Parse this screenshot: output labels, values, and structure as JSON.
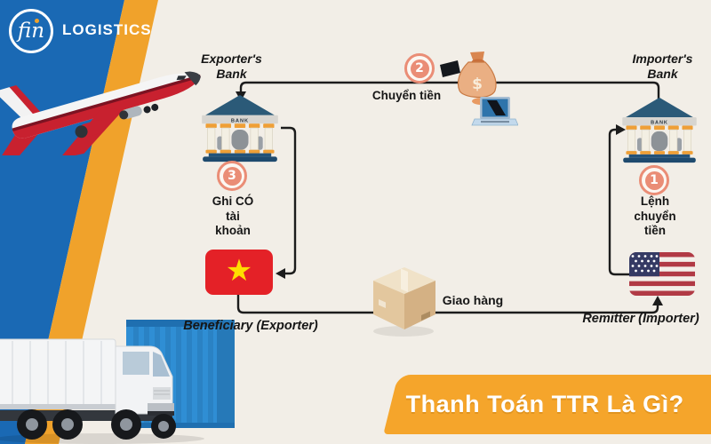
{
  "logo": {
    "mark": "fin",
    "text": "LOGISTICS"
  },
  "banner": {
    "title": "Thanh Toán TTR Là Gì?"
  },
  "diagram": {
    "exporter_bank": {
      "label_line1": "Exporter's",
      "label_line2": "Bank",
      "sign": "BANK"
    },
    "importer_bank": {
      "label_line1": "Importer's",
      "label_line2": "Bank",
      "sign": "BANK"
    },
    "beneficiary_label": "Beneficiary (Exporter)",
    "remitter_label": "Remitter (Importer)",
    "steps": [
      {
        "number": "1",
        "lines": [
          "Lệnh",
          "chuyển",
          "tiền"
        ]
      },
      {
        "number": "2",
        "lines": [
          "Chuyển tiền"
        ]
      },
      {
        "number": "3",
        "lines": [
          "Ghi CÓ",
          "tài",
          "khoản"
        ]
      }
    ],
    "shipping_label": "Giao hàng",
    "money_symbol": "$",
    "star": "★"
  },
  "colors": {
    "brand_blue": "#1a69b4",
    "accent_orange": "#f0a22b",
    "banner_orange": "#f5a52b",
    "background_beige": "#f2eee7",
    "badge_salmon": "#ea8d76",
    "arrow_black": "#1c1c1c",
    "bank_navy": "#2b5a78",
    "vietnam_red": "#e42127",
    "star_yellow": "#ffde00",
    "usa_navy": "#353a64",
    "usa_red": "#b13a45"
  }
}
